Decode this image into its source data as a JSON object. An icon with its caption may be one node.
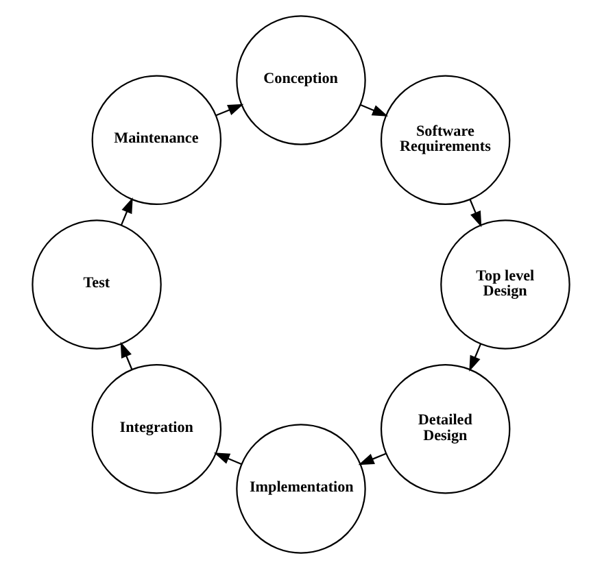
{
  "diagram": {
    "nodes": [
      {
        "text": [
          "Conception"
        ]
      },
      {
        "text": [
          "Software Requirements"
        ]
      },
      {
        "text": [
          "Top level Design"
        ]
      },
      {
        "text": [
          "Detailed Design"
        ]
      },
      {
        "text": [
          "Implementation"
        ]
      },
      {
        "text": [
          "Integration"
        ]
      },
      {
        "text": [
          "Test"
        ]
      },
      {
        "text": [
          "Maintenance"
        ]
      }
    ],
    "edges": [
      {
        "from": 0,
        "to": 1,
        "arrow": "to"
      },
      {
        "from": 1,
        "to": 2,
        "arrow": "to"
      },
      {
        "from": 2,
        "to": 3,
        "arrow": "to"
      },
      {
        "from": 3,
        "to": 4,
        "arrow": "to"
      },
      {
        "from": 4,
        "to": 5,
        "arrow": "to"
      },
      {
        "from": 5,
        "to": 6,
        "arrow": "to"
      },
      {
        "from": 6,
        "to": 7,
        "arrow": "to"
      },
      {
        "from": 7,
        "to": 0,
        "arrow": "to"
      }
    ]
  }
}
